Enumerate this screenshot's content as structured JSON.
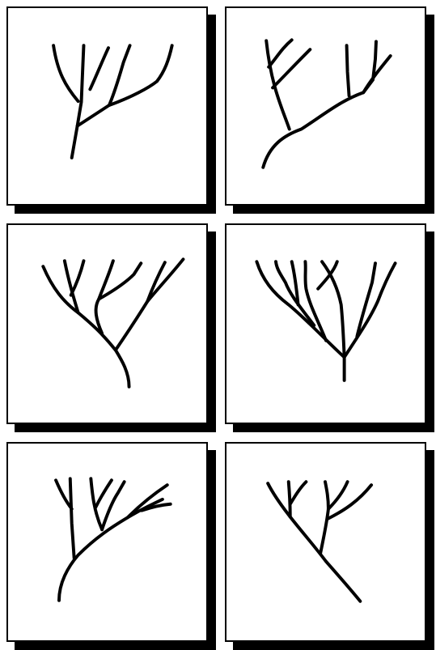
{
  "figure": {
    "panel_count": 6,
    "colors": {
      "stroke": "#000000",
      "background": "#ffffff",
      "shadow": "#000000"
    },
    "panels": [
      {
        "id": "p1",
        "shape": "branching tree"
      },
      {
        "id": "p2",
        "shape": "branching tree"
      },
      {
        "id": "p3",
        "shape": "branching tree"
      },
      {
        "id": "p4",
        "shape": "branching tree"
      },
      {
        "id": "p5",
        "shape": "branching tree"
      },
      {
        "id": "p6",
        "shape": "branching tree"
      }
    ]
  }
}
